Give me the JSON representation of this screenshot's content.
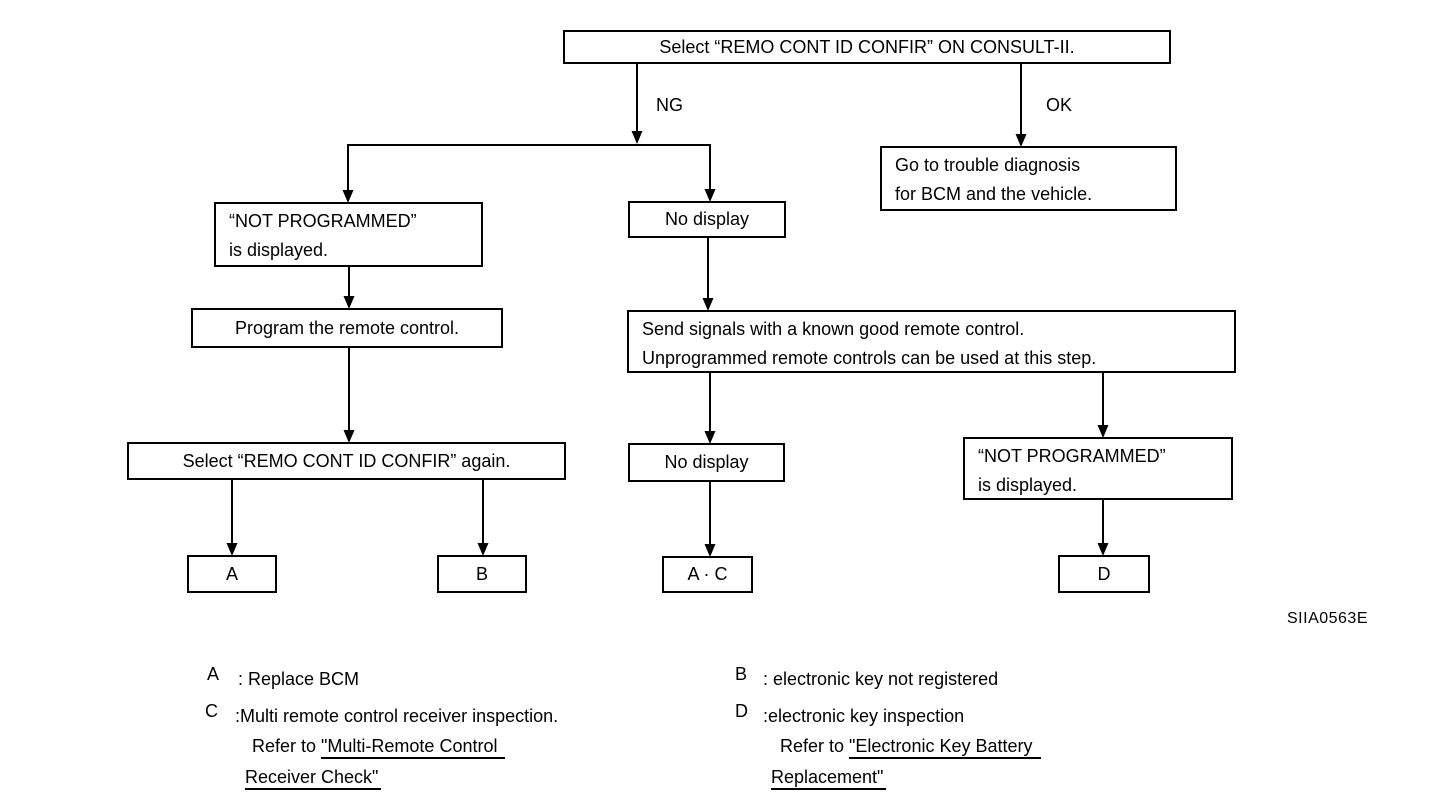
{
  "figure": {
    "id": "SIIA0563E"
  },
  "flowchart": {
    "root": {
      "label": "Select “REMO CONT ID CONFIR” ON CONSULT-II."
    },
    "branches": {
      "ng": "NG",
      "ok": "OK"
    },
    "ok_box": {
      "line1": "Go to trouble diagnosis",
      "line2": "for BCM and the vehicle."
    },
    "not_programmed_1": {
      "line1": "“NOT PROGRAMMED”",
      "line2": "is displayed."
    },
    "no_display_1": {
      "label": "No display"
    },
    "program_box": {
      "label": "Program the remote control."
    },
    "select_again_box": {
      "label": "Select “REMO CONT ID CONFIR” again."
    },
    "send_signals_box": {
      "line1": "Send signals with a known good remote control.",
      "line2": "Unprogrammed remote controls can be used at this step."
    },
    "no_display_2": {
      "label": "No display"
    },
    "not_programmed_2": {
      "line1": "“NOT PROGRAMMED”",
      "line2": "is displayed."
    },
    "result_a": {
      "label": "A"
    },
    "result_b": {
      "label": "B"
    },
    "result_ac": {
      "label": "A · C"
    },
    "result_d": {
      "label": "D"
    }
  },
  "legend": {
    "a": {
      "letter": "A",
      "text": ": Replace BCM"
    },
    "b": {
      "letter": "B",
      "text": ": electronic key not registered"
    },
    "c": {
      "letter": "C",
      "line1": ":Multi remote control receiver inspection.",
      "refer_prefix": "Refer to ",
      "link_line1": "\"Multi-Remote Control",
      "link_line2": "Receiver Check\""
    },
    "d": {
      "letter": "D",
      "line1": ":electronic key inspection",
      "refer_prefix": "Refer to ",
      "link_line1": "\"Electronic Key Battery",
      "link_line2": "Replacement\""
    }
  }
}
